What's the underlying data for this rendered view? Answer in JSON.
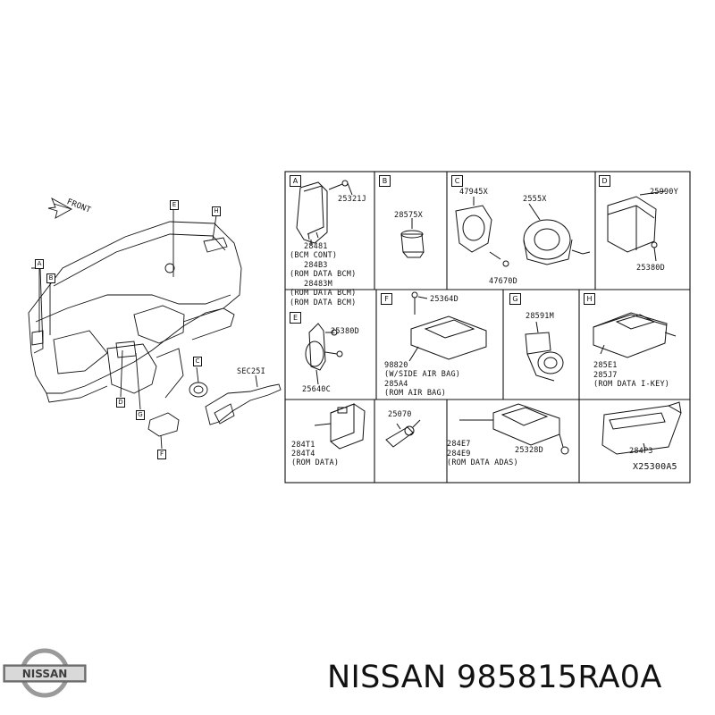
{
  "title": "NISSAN 985815RA0A",
  "logo_text": "NISSAN",
  "overview": {
    "front_label": "FRONT",
    "sec_label": "SEC25I",
    "callouts": [
      "A",
      "B",
      "C",
      "D",
      "E",
      "F",
      "G",
      "H"
    ]
  },
  "panels": [
    {
      "key": "A",
      "labels": [
        "25321J",
        "28481",
        "(BCM CONT)",
        "284B3",
        "(ROM DATA BCM)",
        "28483M",
        "(ROM DATA BCM)",
        "(ROM DATA BCM)"
      ]
    },
    {
      "key": "B",
      "labels": [
        "28575X"
      ]
    },
    {
      "key": "C",
      "labels": [
        "47945X",
        "2555X",
        "47670D"
      ]
    },
    {
      "key": "D",
      "labels": [
        "25990Y",
        "25380D"
      ]
    },
    {
      "key": "F",
      "labels": [
        "25364D",
        "98820",
        "(W/SIDE AIR BAG)",
        "285A4",
        "(ROM AIR BAG)"
      ]
    },
    {
      "key": "G",
      "labels": [
        "28591M"
      ]
    },
    {
      "key": "H",
      "labels": [
        "285E1",
        "285J7",
        "(ROM DATA I-KEY)"
      ]
    },
    {
      "key": "E",
      "labels": [
        "25380D",
        "25640C"
      ]
    },
    {
      "key": "",
      "labels": [
        "284T1",
        "284T4",
        "(ROM DATA)"
      ]
    },
    {
      "key": "",
      "labels": [
        "25070"
      ]
    },
    {
      "key": "",
      "labels": [
        "284E7",
        "284E9",
        "(ROM DATA ADAS)",
        "25328D"
      ]
    },
    {
      "key": "",
      "labels": [
        "284P3",
        "X25300A5"
      ]
    }
  ]
}
